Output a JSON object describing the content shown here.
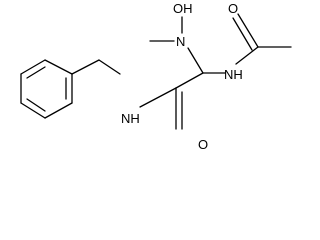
{
  "structure": {
    "atoms": {
      "oh": "OH",
      "n_methyl": "N",
      "nh_acetamide": "NH",
      "nh_amide": "NH",
      "o_amide": "O",
      "o_acetyl": "O"
    }
  }
}
